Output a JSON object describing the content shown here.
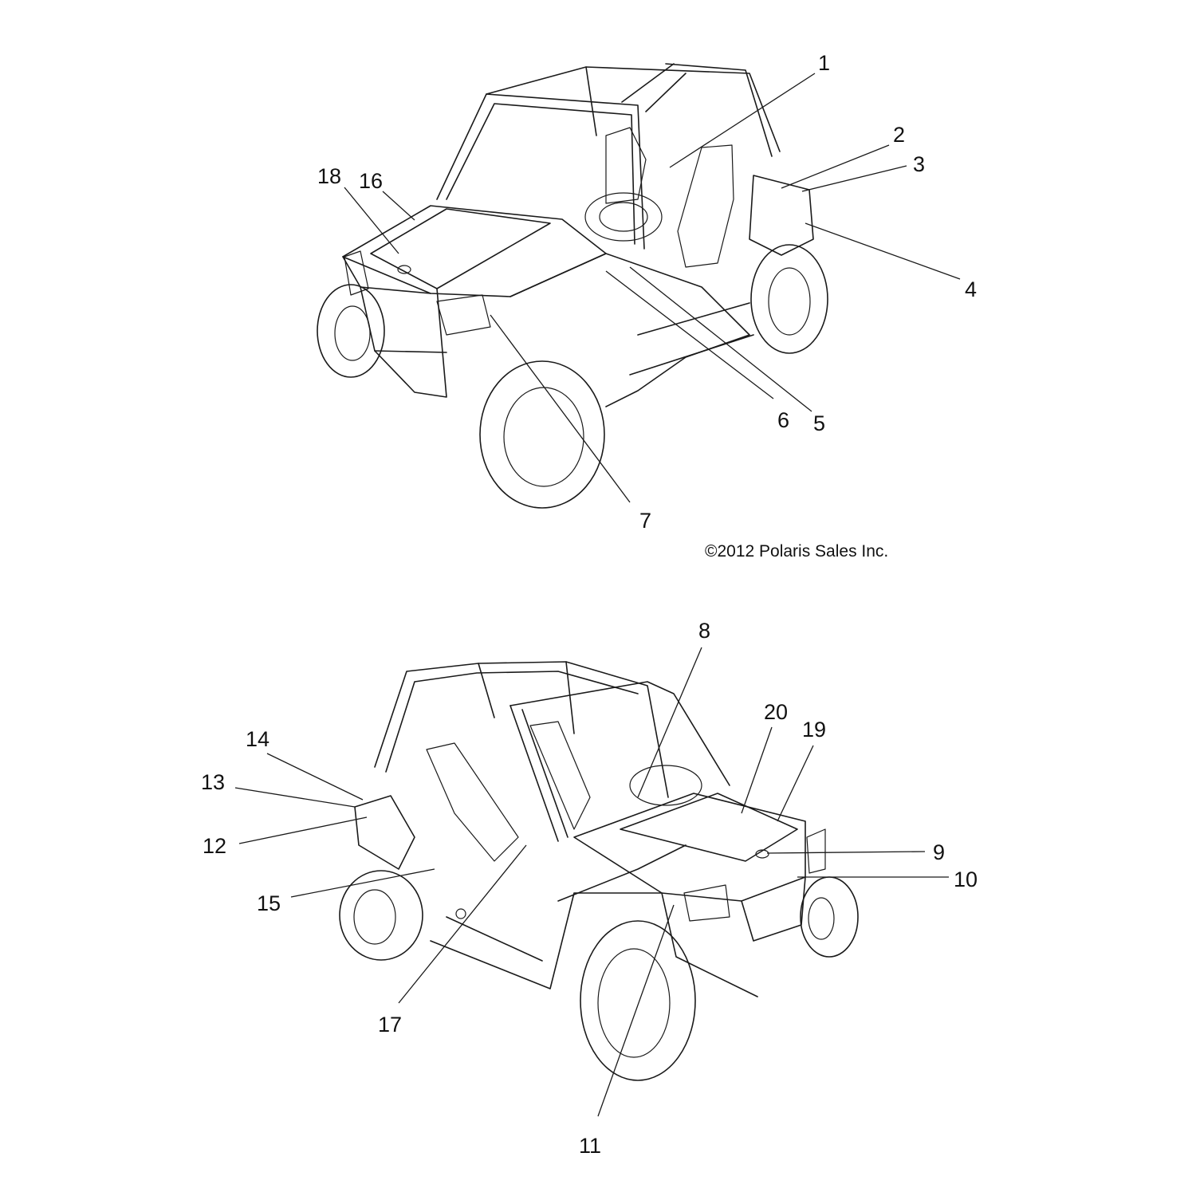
{
  "copyright": "©2012 Polaris Sales Inc.",
  "callouts": {
    "c1": "1",
    "c2": "2",
    "c3": "3",
    "c4": "4",
    "c5": "5",
    "c6": "6",
    "c7": "7",
    "c8": "8",
    "c9": "9",
    "c10": "10",
    "c11": "11",
    "c12": "12",
    "c13": "13",
    "c14": "14",
    "c15": "15",
    "c16": "16",
    "c17": "17",
    "c18": "18",
    "c19": "19",
    "c20": "20"
  }
}
